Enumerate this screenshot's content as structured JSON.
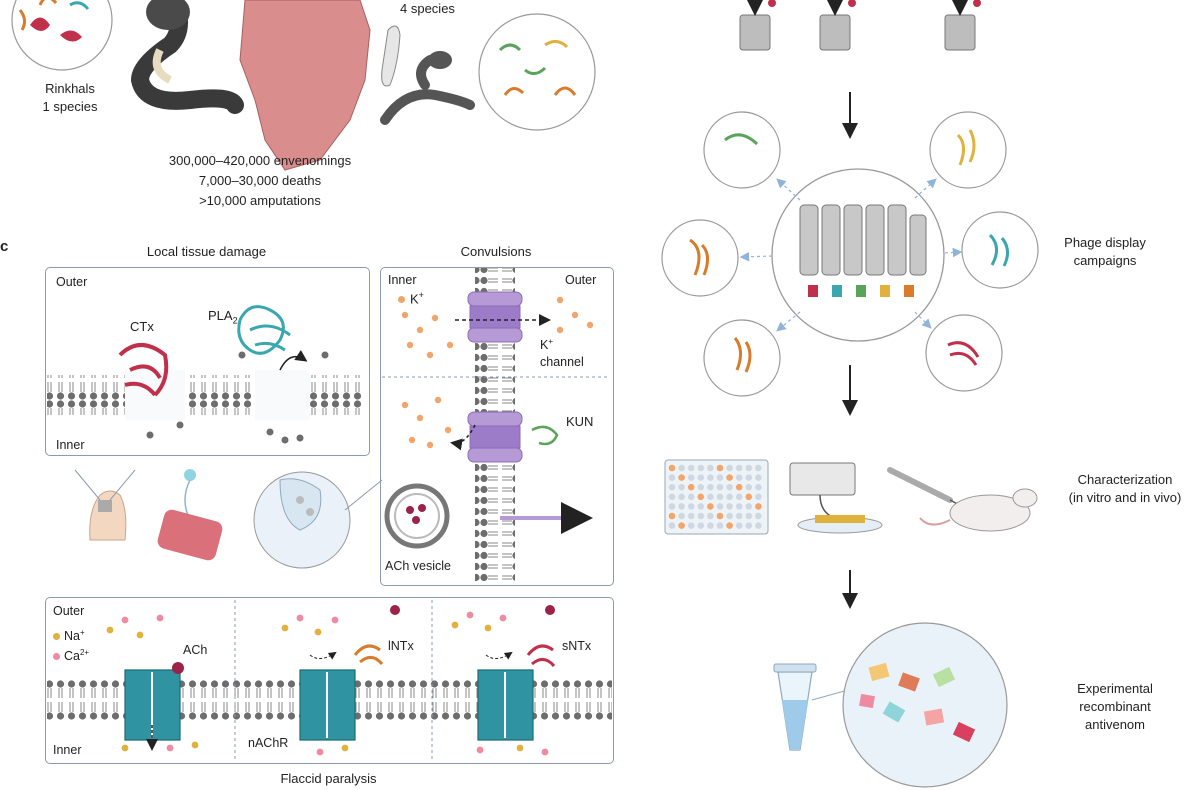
{
  "top": {
    "rinkhals_name": "Rinkhals",
    "rinkhals_species": "1 species",
    "mada_species": "4 species",
    "stats": [
      "300,000–420,000 envenomings",
      "7,000–30,000 deaths",
      ">10,000 amputations"
    ]
  },
  "panel_c": {
    "letter": "c",
    "local_title": "Local tissue damage",
    "local_outer": "Outer",
    "local_inner": "Inner",
    "ctx": "CTx",
    "pla_main": "PLA",
    "pla_sub": "2",
    "conv_title": "Convulsions",
    "conv_inner": "Inner",
    "conv_outer": "Outer",
    "k_ion": "K",
    "k_sup": "+",
    "k_channel_1": "K",
    "k_channel_sup": "+",
    "k_channel_2": "channel",
    "kun": "KUN",
    "ach_vesicle": "ACh vesicle",
    "para_outer": "Outer",
    "na_ion": "Na",
    "na_sup": "+",
    "ca_ion": "Ca",
    "ca_sup": "2+",
    "ach": "ACh",
    "intx": "lNTx",
    "sntx": "sNTx",
    "nachr": "nAChR",
    "para_inner": "Inner",
    "para_title": "Flaccid paralysis"
  },
  "pipeline": {
    "phage": [
      "Phage display",
      "campaigns"
    ],
    "char": [
      "Characterization",
      "(in vitro and in vivo)"
    ],
    "antivenom": [
      "Experimental",
      "recombinant",
      "antivenom"
    ]
  },
  "colors": {
    "panel_border": "#8a9bb0",
    "africa": "#d98d8d",
    "channel_teal": "#2f93a1",
    "k_channel_purple": "#b59ad6",
    "toxin_red": "#c0304a",
    "toxin_orange": "#d97b2a",
    "toxin_yellow": "#e0b23d",
    "toxin_green": "#5aa35a",
    "toxin_cyan": "#3aa7b0"
  }
}
